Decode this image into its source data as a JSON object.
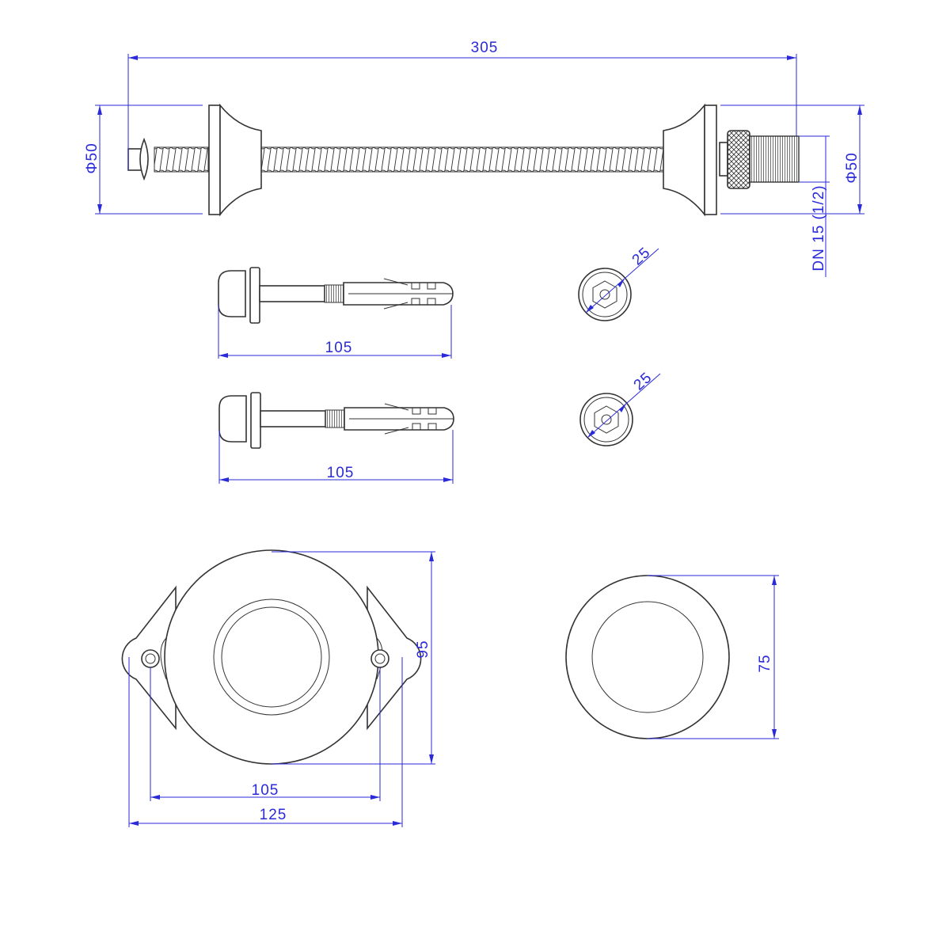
{
  "colors": {
    "dimension": "#2a2ad8",
    "outline": "#333333"
  },
  "hose": {
    "length_label": "305",
    "left_diameter_label": "Φ50",
    "right_diameter_label": "Φ50",
    "thread_label": "DN 15 (1/2)"
  },
  "anchors": [
    {
      "length_label": "105",
      "head_label": "25"
    },
    {
      "length_label": "105",
      "head_label": "25"
    }
  ],
  "flange": {
    "height_label": "95",
    "hole_spacing_label": "105",
    "width_label": "125"
  },
  "rosette": {
    "diameter_label": "75"
  }
}
